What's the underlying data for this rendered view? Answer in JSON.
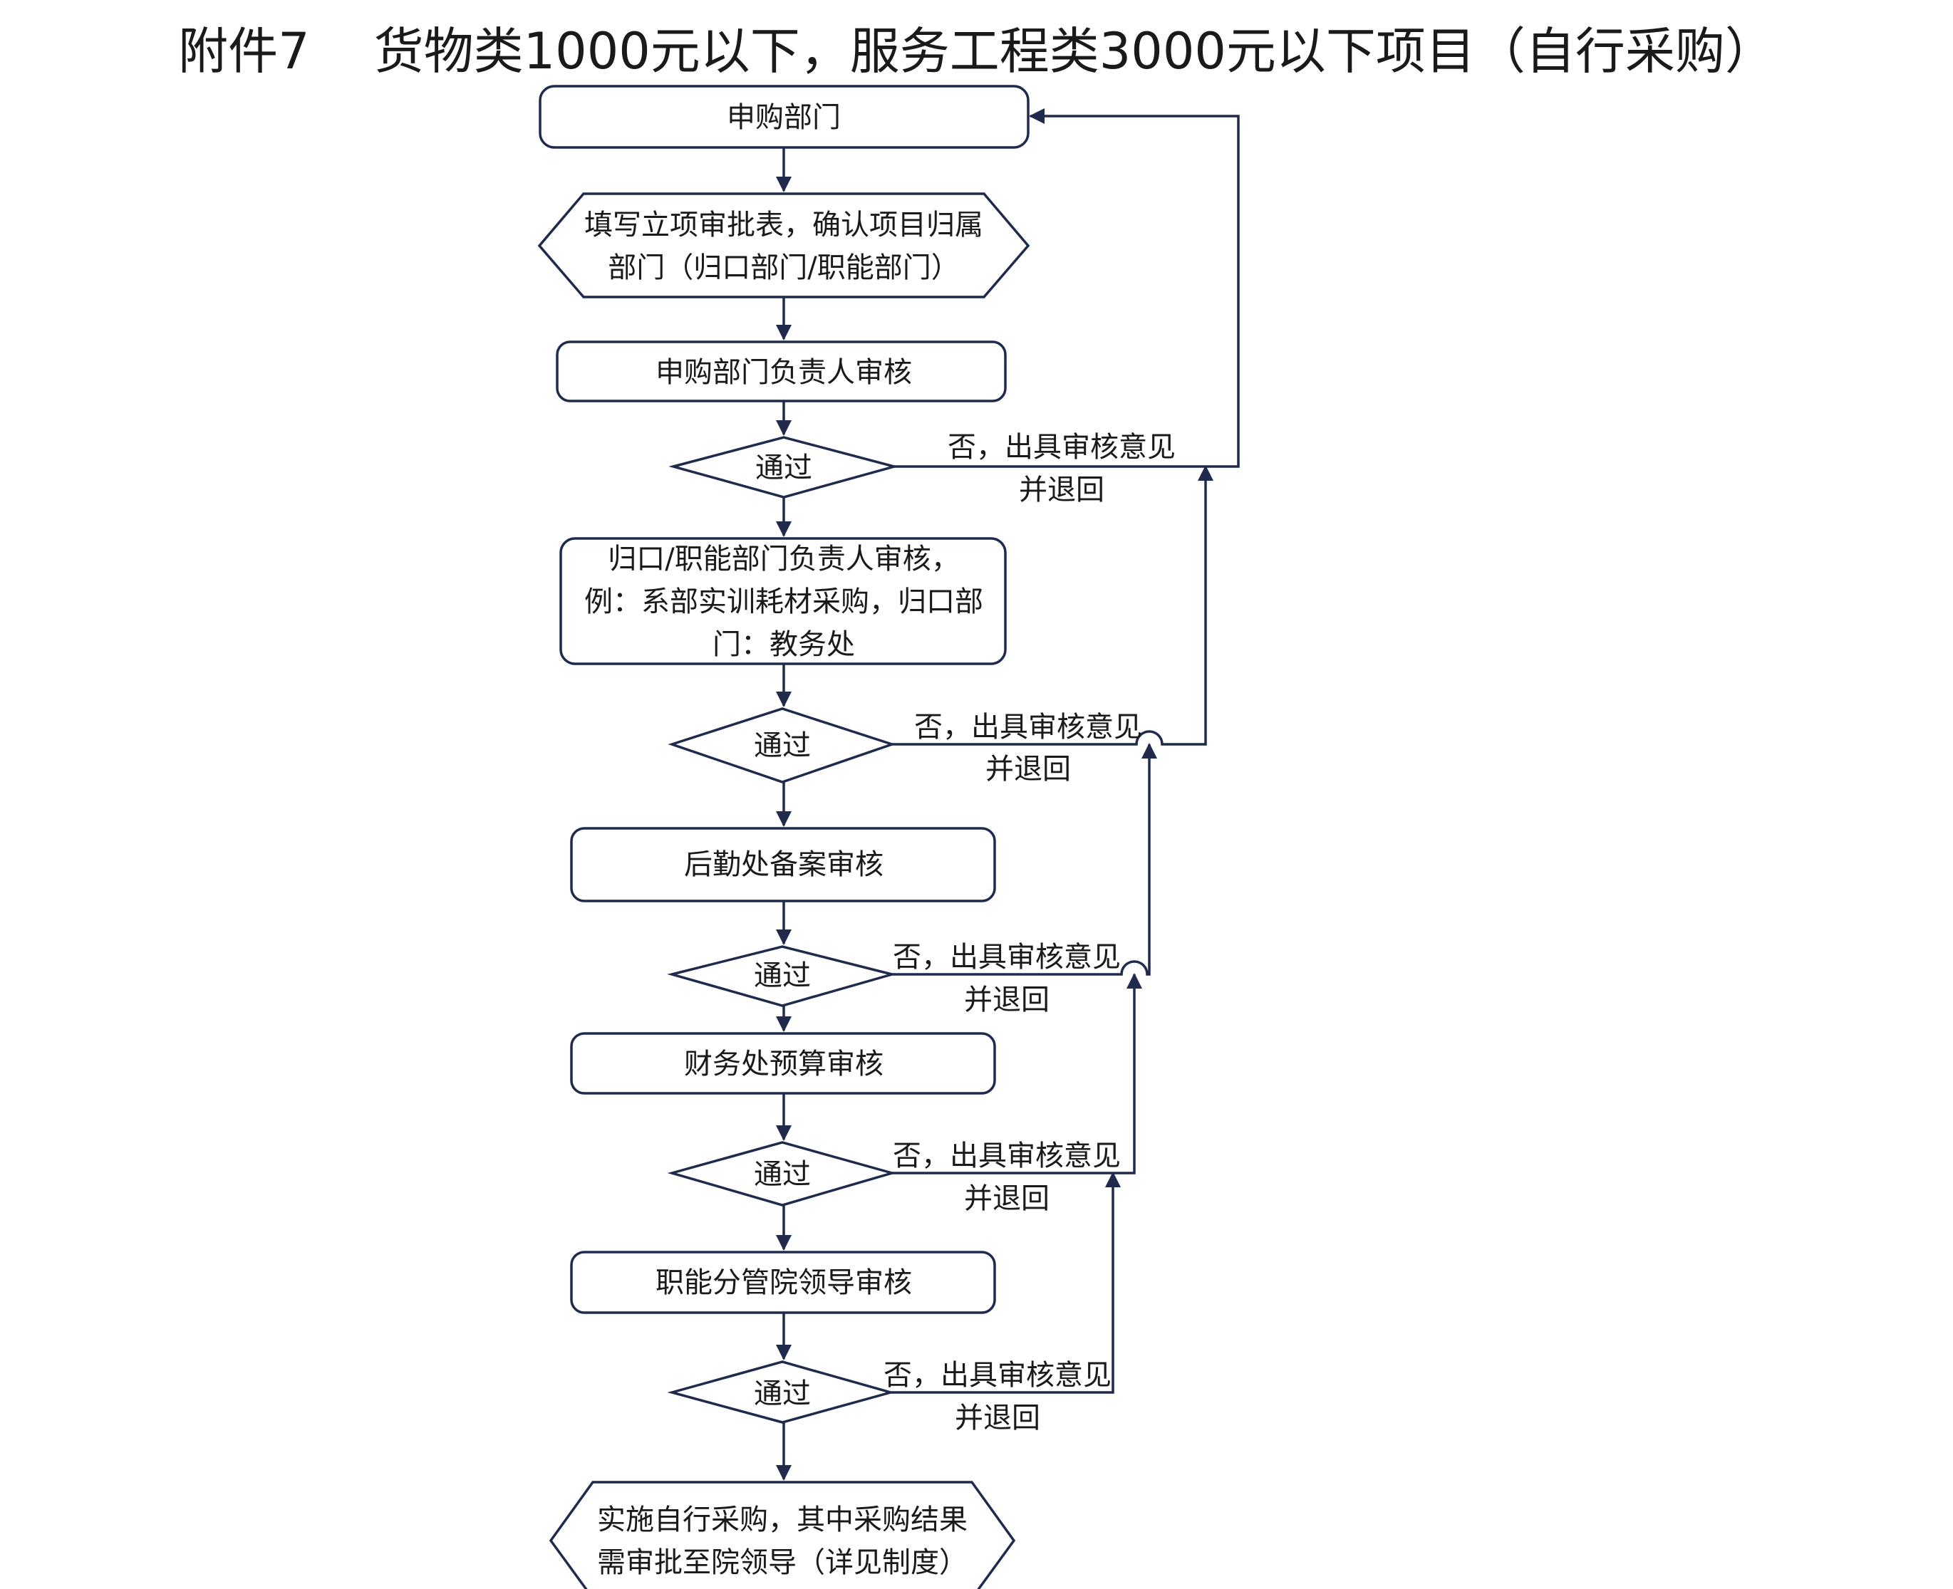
{
  "title": {
    "prefix": "附件7",
    "main": "货物类1000元以下，服务工程类3000元以下项目（自行采购）"
  },
  "nodes": {
    "start": "申购部门",
    "fill_form": [
      "填写立项审批表，确认项目归属",
      "部门（归口部门/职能部门）"
    ],
    "dept_head_review": "申购部门负责人审核",
    "decision_1": "通过",
    "functional_review": [
      "归口/职能部门负责人审核，",
      "例：系部实训耗材采购，归口部",
      "门：教务处"
    ],
    "decision_2": "通过",
    "logistics_review": "后勤处备案审核",
    "decision_3": "通过",
    "finance_review": "财务处预算审核",
    "decision_4": "通过",
    "vp_review": "职能分管院领导审核",
    "decision_5": "通过",
    "end": [
      "实施自行采购，其中采购结果",
      "需审批至院领导（详见制度）"
    ]
  },
  "reject_label": [
    "否，出具审核意见",
    "并退回"
  ]
}
